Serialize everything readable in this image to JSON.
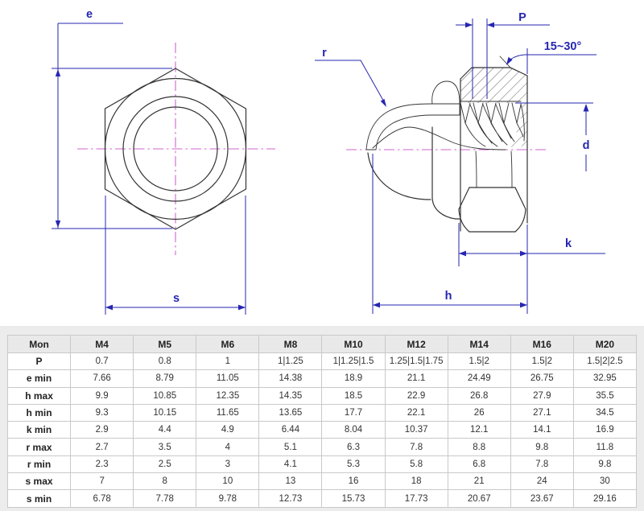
{
  "drawing": {
    "colors": {
      "dimension": "#2626b0",
      "centerline": "#cf66cf",
      "outline": "#333333"
    },
    "labels": {
      "e": "e",
      "s": "s",
      "r": "r",
      "p": "P",
      "angle": "15~30°",
      "d": "d",
      "k": "k",
      "h": "h"
    }
  },
  "table": {
    "columns": [
      "Mon",
      "M4",
      "M5",
      "M6",
      "M8",
      "M10",
      "M12",
      "M14",
      "M16",
      "M20"
    ],
    "rows": [
      {
        "label": "P",
        "values": [
          "0.7",
          "0.8",
          "1",
          "1|1.25",
          "1|1.25|1.5",
          "1.25|1.5|1.75",
          "1.5|2",
          "1.5|2",
          "1.5|2|2.5"
        ]
      },
      {
        "label": "e min",
        "values": [
          "7.66",
          "8.79",
          "11.05",
          "14.38",
          "18.9",
          "21.1",
          "24.49",
          "26.75",
          "32.95"
        ]
      },
      {
        "label": "h max",
        "values": [
          "9.9",
          "10.85",
          "12.35",
          "14.35",
          "18.5",
          "22.9",
          "26.8",
          "27.9",
          "35.5"
        ]
      },
      {
        "label": "h min",
        "values": [
          "9.3",
          "10.15",
          "11.65",
          "13.65",
          "17.7",
          "22.1",
          "26",
          "27.1",
          "34.5"
        ]
      },
      {
        "label": "k min",
        "values": [
          "2.9",
          "4.4",
          "4.9",
          "6.44",
          "8.04",
          "10.37",
          "12.1",
          "14.1",
          "16.9"
        ]
      },
      {
        "label": "r max",
        "values": [
          "2.7",
          "3.5",
          "4",
          "5.1",
          "6.3",
          "7.8",
          "8.8",
          "9.8",
          "11.8"
        ]
      },
      {
        "label": "r min",
        "values": [
          "2.3",
          "2.5",
          "3",
          "4.1",
          "5.3",
          "5.8",
          "6.8",
          "7.8",
          "9.8"
        ]
      },
      {
        "label": "s max",
        "values": [
          "7",
          "8",
          "10",
          "13",
          "16",
          "18",
          "21",
          "24",
          "30"
        ]
      },
      {
        "label": "s min",
        "values": [
          "6.78",
          "7.78",
          "9.78",
          "12.73",
          "15.73",
          "17.73",
          "20.67",
          "23.67",
          "29.16"
        ]
      }
    ]
  }
}
